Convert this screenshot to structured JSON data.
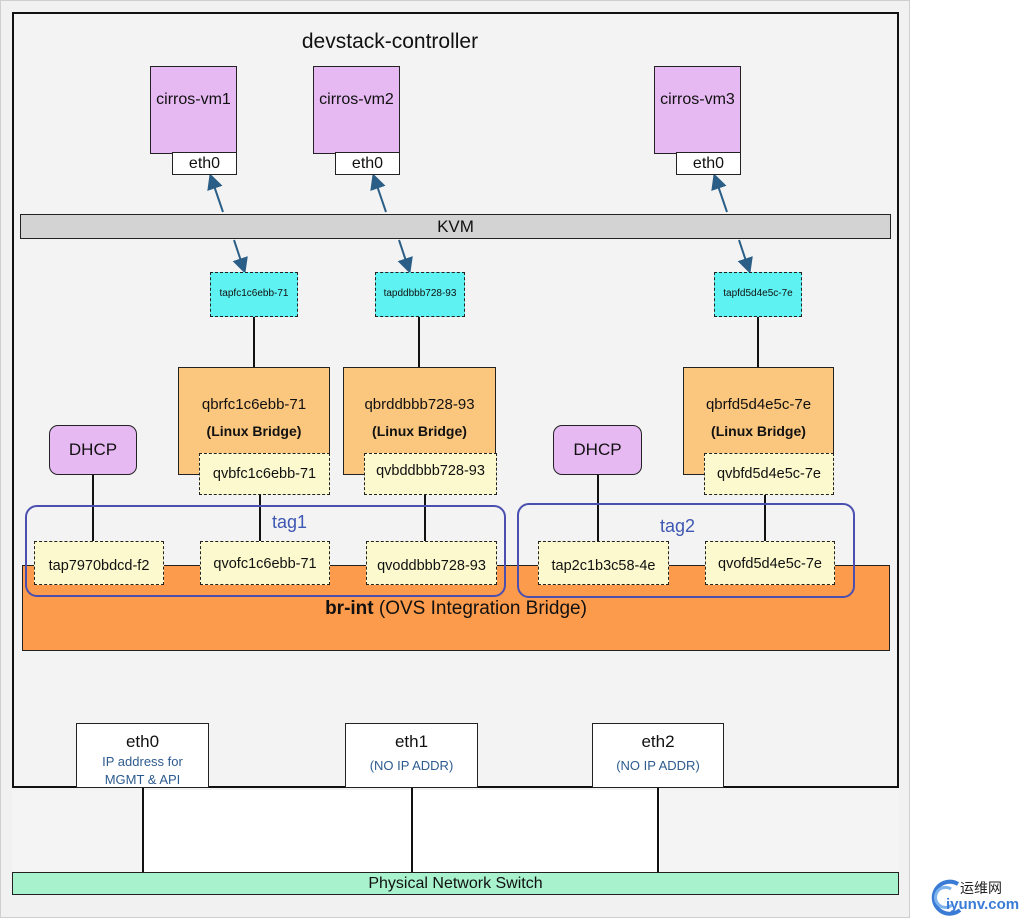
{
  "host": {
    "title": "devstack-controller"
  },
  "vms": [
    {
      "name": "cirros-vm1",
      "eth": "eth0"
    },
    {
      "name": "cirros-vm2",
      "eth": "eth0"
    },
    {
      "name": "cirros-vm3",
      "eth": "eth0"
    }
  ],
  "kvm": {
    "label": "KVM"
  },
  "taps": [
    "tapfc1c6ebb-71",
    "tapddbbb728-93",
    "tapfd5d4e5c-7e"
  ],
  "bridges": [
    {
      "name": "qbrfc1c6ebb-71",
      "type": "(Linux Bridge)",
      "port": "qvbfc1c6ebb-71"
    },
    {
      "name": "qbrddbbb728-93",
      "type": "(Linux Bridge)",
      "port": "qvbddbbb728-93"
    },
    {
      "name": "qbrfd5d4e5c-7e",
      "type": "(Linux Bridge)",
      "port": "qvbfd5d4e5c-7e"
    }
  ],
  "dhcp": [
    "DHCP",
    "DHCP"
  ],
  "tags": [
    "tag1",
    "tag2"
  ],
  "brint_ports": [
    "tap7970bdcd-f2",
    "qvofc1c6ebb-71",
    "qvoddbbb728-93",
    "tap2c1b3c58-4e",
    "qvofd5d4e5c-7e"
  ],
  "brint": {
    "name": "br-int",
    "desc": "(OVS Integration Bridge)"
  },
  "nics": [
    {
      "name": "eth0",
      "desc_line1": "IP address for",
      "desc_line2": "MGMT & API"
    },
    {
      "name": "eth1",
      "desc_line1": "(NO IP ADDR)",
      "desc_line2": ""
    },
    {
      "name": "eth2",
      "desc_line1": "(NO IP ADDR)",
      "desc_line2": ""
    }
  ],
  "switch": {
    "label": "Physical Network Switch"
  },
  "watermark": {
    "cn": "运维网",
    "en": "iyunv.com"
  },
  "colors": {
    "vm": "#e6b9f2",
    "tap": "#5ff2f2",
    "bridge": "#fbc67d",
    "port": "#fbf9cd",
    "brint": "#fd9b4c",
    "tag": "#4a4fb0",
    "switch": "#a8f2cd",
    "arrow": "#2a5e86"
  }
}
